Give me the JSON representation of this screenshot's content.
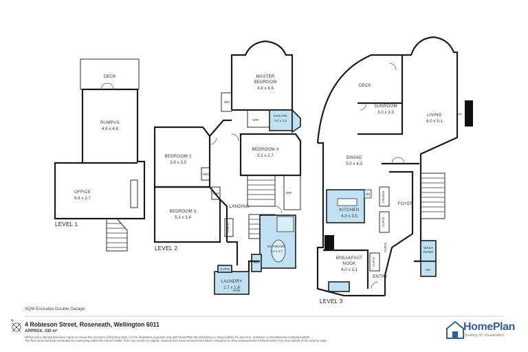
{
  "levels": {
    "level1": "LEVEL 1",
    "level2": "LEVEL 2",
    "level3": "LEVEL 3"
  },
  "rooms": {
    "deck_l1": {
      "name": "DECK"
    },
    "rumpus": {
      "name": "RUMPUS",
      "dims": "4.6 x 4.8"
    },
    "office": {
      "name": "OFFICE",
      "dims": "6.8 x 3.7"
    },
    "master": {
      "name": "MASTER",
      "name2": "BEDROOM",
      "dims": "4.8 x 4.6"
    },
    "ensuite": {
      "name": "ENSUITE",
      "dims": "3.0 x 1.5"
    },
    "bedroom2": {
      "name": "BEDROOM 2",
      "dims": "3.9 x 3.9"
    },
    "bedroom3": {
      "name": "BEDROOM 3",
      "dims": "5.3 x 3.4"
    },
    "bedroom4": {
      "name": "BEDROOM 4",
      "dims": "5.1 x 2.7"
    },
    "landing": {
      "name": "LANDING"
    },
    "bathroom": {
      "name": "BATHROOM",
      "dims": "3.4 x 4.7"
    },
    "laundry": {
      "name": "LAUNDRY",
      "dims": "2.7 x 1.8"
    },
    "deck_l3": {
      "name": "DECK"
    },
    "sunroom": {
      "name": "SUNROOM",
      "dims": "3.0 x 3.3"
    },
    "living": {
      "name": "LIVING",
      "dims": "6.0 x 9.1"
    },
    "dining": {
      "name": "DINING",
      "dims": "5.0 x 4.3"
    },
    "kitchen": {
      "name": "KITCHEN",
      "dims": "4.3 x 3.5"
    },
    "foyer": {
      "name": "FOYER"
    },
    "breakfast": {
      "name": "BREAKFAST",
      "name2": "NOOK",
      "dims": "4.0 x 3.1"
    },
    "entry": {
      "name": "ENTRY"
    },
    "washroom": {
      "name": "WASH",
      "name2": "ROOM"
    }
  },
  "small_labels": {
    "wir1": "WIR",
    "wir2": "WIR",
    "wir3": "WIR",
    "wir4": "WIR",
    "wir5": "WIR",
    "cupd1": "CUP'D",
    "cupd2": "CUP'D",
    "cupd3": "CUP'D",
    "cupd4": "CUP'D",
    "cupd5": "CUP'D",
    "wc1": "WC",
    "wc2": "WC",
    "shw": "SHW",
    "ov": "OV",
    "fp": "FP",
    "fridge": "FRIDGE"
  },
  "notes": {
    "sqm": "SQM Excludes Double Garage"
  },
  "address": "4 Robieson Street, Roseneath, Wellington 6011",
  "area_text": "APPROX. 330 m²",
  "disclaimer_1": "Whilst every attempt has been made to ensure the accuracy of this floor plan, it is for illustrative purposes only with HomePlan NZ Ltd taking no responsibility for any error, omission or misstatement contained within.",
  "disclaimer_2": "The floor area has been estimated by measuring within the exterior walls. This may result in a slightly reduced floor area measurement when compared to other measurement methods taken from the outside of the exterior walls.",
  "logo": {
    "word": "HomePlan",
    "tagline": "Building 3D Visualization",
    "color": "#2f5f95"
  },
  "colors": {
    "wet_area": "#bfe1f3",
    "wall": "#1a1a1a"
  }
}
